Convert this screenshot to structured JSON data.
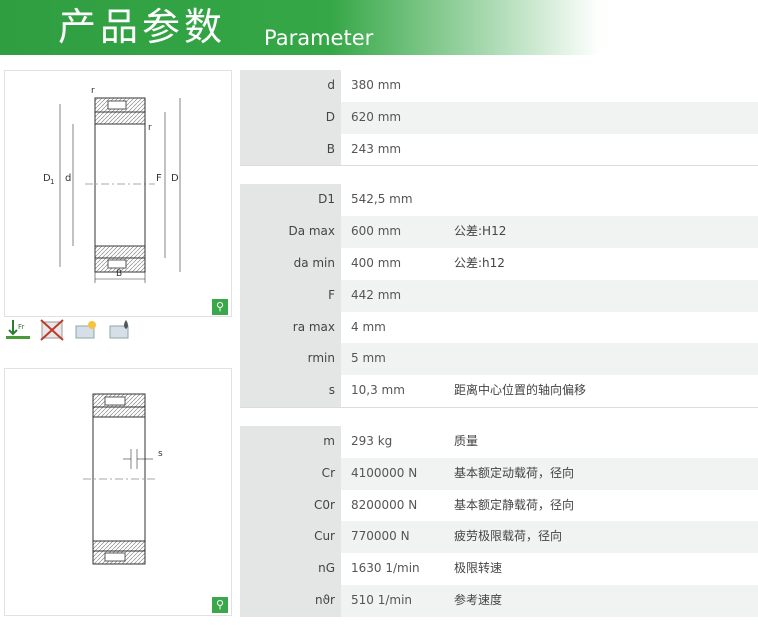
{
  "header": {
    "title_zh": "产品参数",
    "title_en": "Parameter"
  },
  "drawing1": {
    "labels": {
      "r_top": "r",
      "r_side": "r",
      "D1": "D",
      "D1_sub": "1",
      "d": "d",
      "F": "F",
      "D": "D",
      "B": "B"
    }
  },
  "drawing2": {
    "labels": {
      "s": "s"
    }
  },
  "zoom_icon": "magnifier-icon",
  "feature_icons": [
    "load-direction-icon",
    "no-lubrication-icon",
    "temperature-icon",
    "oil-drop-icon"
  ],
  "group1": [
    {
      "label": "d",
      "sub": "",
      "value": "380  mm",
      "desc": ""
    },
    {
      "label": "D",
      "sub": "",
      "value": "620  mm",
      "desc": ""
    },
    {
      "label": "B",
      "sub": "",
      "value": "243  mm",
      "desc": ""
    }
  ],
  "group2": [
    {
      "label": "D",
      "sub": "1",
      "value": "542,5  mm",
      "desc": ""
    },
    {
      "label": "D",
      "sub": "a max",
      "value": "600  mm",
      "desc": "公差:H12"
    },
    {
      "label": "d",
      "sub": "a min",
      "value": "400  mm",
      "desc": "公差:h12"
    },
    {
      "label": "F",
      "sub": "",
      "value": "442  mm",
      "desc": ""
    },
    {
      "label": "r",
      "sub": "a max",
      "value": "4  mm",
      "desc": ""
    },
    {
      "label": "r",
      "sub": "min",
      "value": "5  mm",
      "desc": ""
    },
    {
      "label": "s",
      "sub": "",
      "value": "10,3  mm",
      "desc": "距离中心位置的轴向偏移"
    }
  ],
  "group3": [
    {
      "label": "m",
      "sub": "",
      "value": "293  kg",
      "desc": "质量"
    },
    {
      "label": "C",
      "sub": "r",
      "value": "4100000  N",
      "desc": "基本额定动载荷，径向"
    },
    {
      "label": "C",
      "sub": "0r",
      "value": "8200000  N",
      "desc": "基本额定静载荷，径向"
    },
    {
      "label": "C",
      "sub": "ur",
      "value": "770000  N",
      "desc": "疲劳极限载荷，径向"
    },
    {
      "label": "n",
      "sub": "G",
      "value": "1630  1/min",
      "desc": "极限转速"
    },
    {
      "label": "n",
      "sub": "ϑr",
      "value": "510  1/min",
      "desc": "参考速度"
    }
  ]
}
